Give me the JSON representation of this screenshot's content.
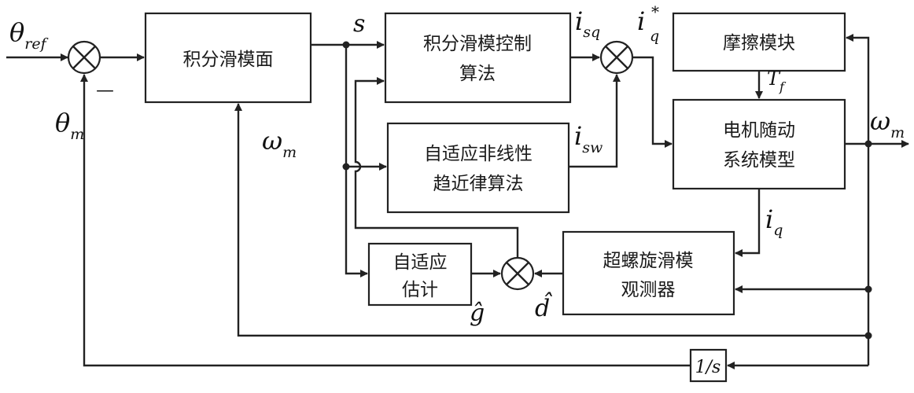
{
  "blocks": {
    "integral_sliding_surface": "积分滑模面",
    "integral_smc_algorithm": [
      "积分滑模控制",
      "算法"
    ],
    "adaptive_reaching_law": [
      "自适应非线性",
      "趋近律算法"
    ],
    "friction_module": "摩擦模块",
    "motor_servo_model": [
      "电机随动",
      "系统模型"
    ],
    "super_twisting_observer": [
      "超螺旋滑模",
      "观测器"
    ],
    "adaptive_estimate": [
      "自适应",
      "估计"
    ],
    "integrator": "1/s"
  },
  "signals": {
    "theta": "θ",
    "theta_ref_sub": "ref",
    "theta_m_sub": "m",
    "minus_sign": "—",
    "omega": "ω",
    "omega_m_sub": "m",
    "s": "s",
    "i": "i",
    "i_sq_sub": "sq",
    "i_sw_sub": "sw",
    "i_q_sub": "q",
    "i_q_star_sup": "*",
    "T": "T",
    "T_f_sub": "f",
    "g_hat": "ĝ",
    "d_hat": "d̂"
  }
}
